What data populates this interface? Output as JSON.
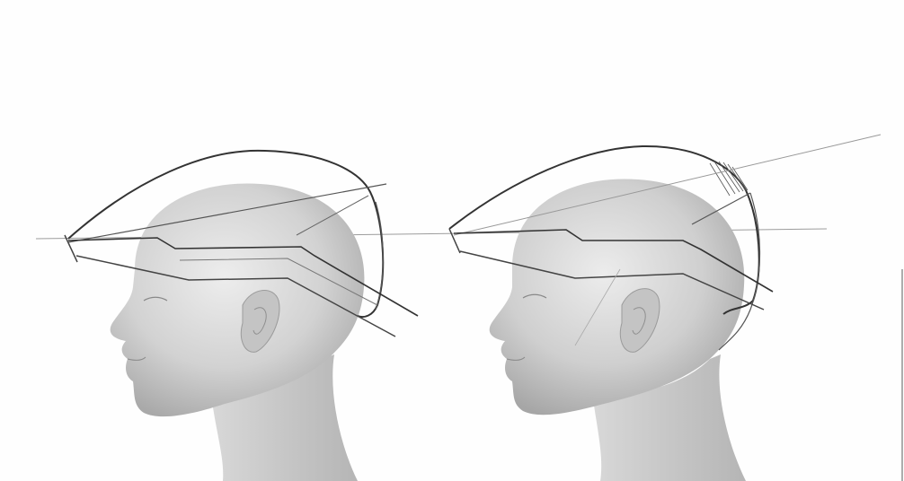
{
  "colors": {
    "paper": "#fefefe",
    "skin_light": "#e4e4e4",
    "skin_mid": "#c9c9c9",
    "skin_dark": "#9a9a9a",
    "pencil": "#3a3a3a",
    "pencil_light": "#8a8a8a"
  },
  "figures": [
    {
      "name": "left-head",
      "style": "rounded-cap-outline"
    },
    {
      "name": "right-head",
      "style": "cap-outline-with-hatching"
    }
  ]
}
